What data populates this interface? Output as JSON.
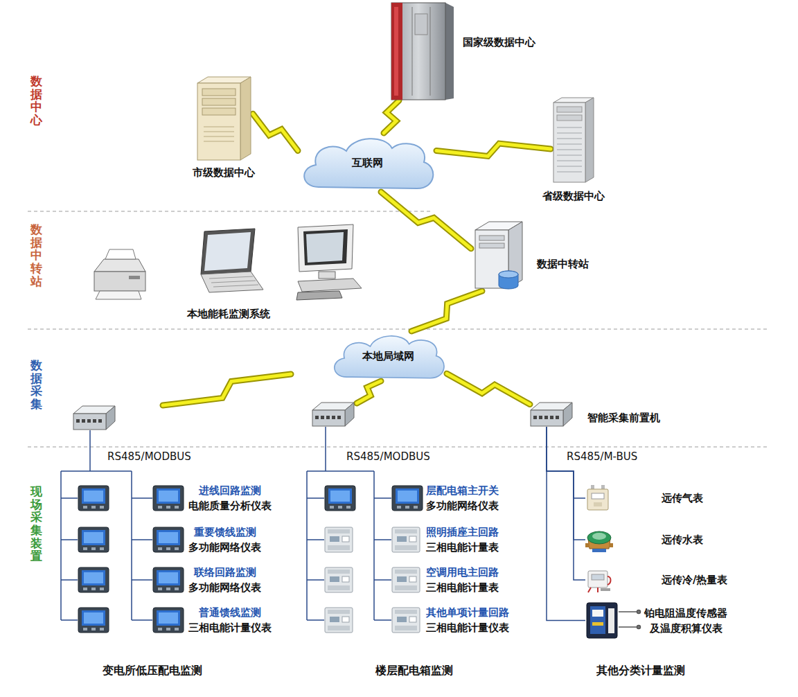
{
  "diagram": {
    "nodes": [
      {
        "text": [
          "国家级数据中心"
        ]
      },
      {
        "text": [
          "市级数据中心"
        ]
      },
      {
        "text": [
          "互联网"
        ]
      },
      {
        "text": [
          "省级数据中心"
        ]
      },
      {
        "text": [
          "本地能耗监测系统"
        ]
      },
      {
        "text": [
          "数据中转站"
        ]
      },
      {
        "text": [
          "本地局域网"
        ]
      },
      {
        "text": [
          "智能采集前置机"
        ]
      },
      {
        "text": [
          "进线回路监测",
          "电能质量分析仪表"
        ]
      },
      {
        "text": [
          "重要馈线监测",
          "多功能网络仪表"
        ]
      },
      {
        "text": [
          "联络回路监测",
          "多功能网络仪表"
        ]
      },
      {
        "text": [
          "普通馈线监测",
          "三相电能计量仪表"
        ]
      },
      {
        "text": [
          "层配电箱主开关",
          "多功能网络仪表"
        ]
      },
      {
        "text": [
          "照明插座主回路",
          "三相电能计量表"
        ]
      },
      {
        "text": [
          "空调用电主回路",
          "三相电能计量表"
        ]
      },
      {
        "text": [
          "其他单项计量回路",
          "三相电能计量仪表"
        ]
      },
      {
        "text": [
          "远传气表"
        ]
      },
      {
        "text": [
          "远传水表"
        ]
      },
      {
        "text": [
          "远传冷/热量表"
        ]
      },
      {
        "text": [
          "铂电阻温度传感器 及温度积算仪表"
        ]
      }
    ],
    "edges": [
      {
        "from": 1,
        "to": 2,
        "arrow": "none"
      },
      {
        "from": 0,
        "to": 2,
        "arrow": "none"
      },
      {
        "from": 2,
        "to": 3,
        "arrow": "none"
      },
      {
        "from": 2,
        "to": 5,
        "arrow": "none"
      },
      {
        "from": 5,
        "to": 6,
        "arrow": "none"
      },
      {
        "from": 6,
        "to": 7,
        "arrow": "none"
      },
      {
        "from": 7,
        "to": 16,
        "arrow": "none"
      },
      {
        "from": 7,
        "to": 17,
        "arrow": "none"
      },
      {
        "from": 7,
        "to": 18,
        "arrow": "none"
      },
      {
        "from": 7,
        "to": 19,
        "arrow": "none"
      }
    ],
    "labels": [
      "数据中心",
      "数据中转站",
      "数据采集",
      "现场采集装置",
      "RS485/MODBUS",
      "RS485/MODBUS",
      "RS485/M-BUS",
      "变电所低压配电监测",
      "楼层配电箱监测",
      "其他分类计量监测"
    ]
  }
}
